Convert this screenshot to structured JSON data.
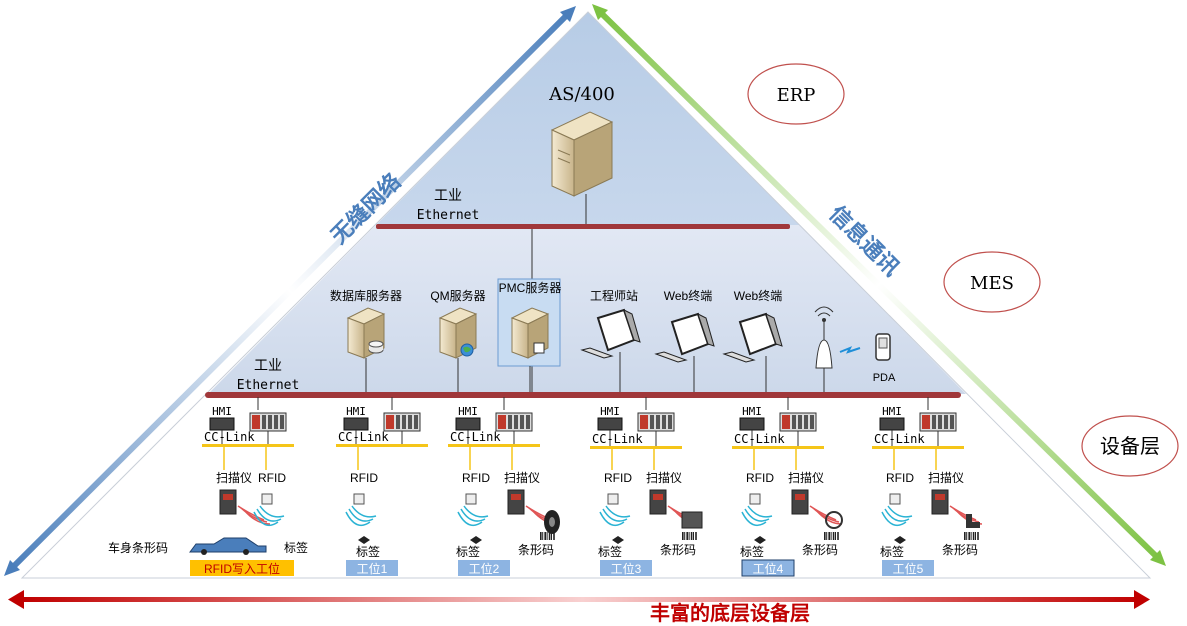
{
  "side_left": "无缝网络",
  "side_right": "信息通讯",
  "bottom_caption": "丰富的底层设备层",
  "layers": {
    "erp": "ERP",
    "mes": "MES",
    "device": "设备层"
  },
  "top": {
    "server": "AS/400",
    "network": [
      "工业",
      "Ethernet"
    ]
  },
  "middle": {
    "network": [
      "工业",
      "Ethernet"
    ],
    "servers": [
      "数据库服务器",
      "QM服务器",
      "PMC服务器"
    ],
    "terminals": [
      "工程师站",
      "Web终端",
      "Web终端"
    ],
    "pda": "PDA"
  },
  "stations": [
    {
      "hmi": "HMI",
      "bus": "CC-Link",
      "devices": [
        "扫描仪",
        "RFID"
      ],
      "items": [
        "车身条形码",
        "标签"
      ],
      "label": "RFID写入工位",
      "style": "orange"
    },
    {
      "hmi": "HMI",
      "bus": "CC-Link",
      "devices": [
        "RFID"
      ],
      "items": [
        "标签"
      ],
      "label": "工位1",
      "style": "blue"
    },
    {
      "hmi": "HMI",
      "bus": "CC-Link",
      "devices": [
        "RFID",
        "扫描仪"
      ],
      "items": [
        "标签",
        "条形码"
      ],
      "label": "工位2",
      "style": "blue"
    },
    {
      "hmi": "HMI",
      "bus": "CC-Link",
      "devices": [
        "RFID",
        "扫描仪"
      ],
      "items": [
        "标签",
        "条形码"
      ],
      "label": "工位3",
      "style": "blue"
    },
    {
      "hmi": "HMI",
      "bus": "CC-Link",
      "devices": [
        "RFID",
        "扫描仪"
      ],
      "items": [
        "标签",
        "条形码"
      ],
      "label": "工位4",
      "style": "blue-outline"
    },
    {
      "hmi": "HMI",
      "bus": "CC-Link",
      "devices": [
        "RFID",
        "扫描仪"
      ],
      "items": [
        "标签",
        "条形码"
      ],
      "label": "工位5",
      "style": "blue"
    }
  ],
  "colors": {
    "bus": "#a0373a",
    "cc_link": "#f5c518",
    "orange_label": "#ffc000",
    "blue_label": "#8db4e2",
    "red_arrow": "#c00000",
    "blue_arrow": "#4a7ebb",
    "green_arrow": "#7dc243"
  }
}
